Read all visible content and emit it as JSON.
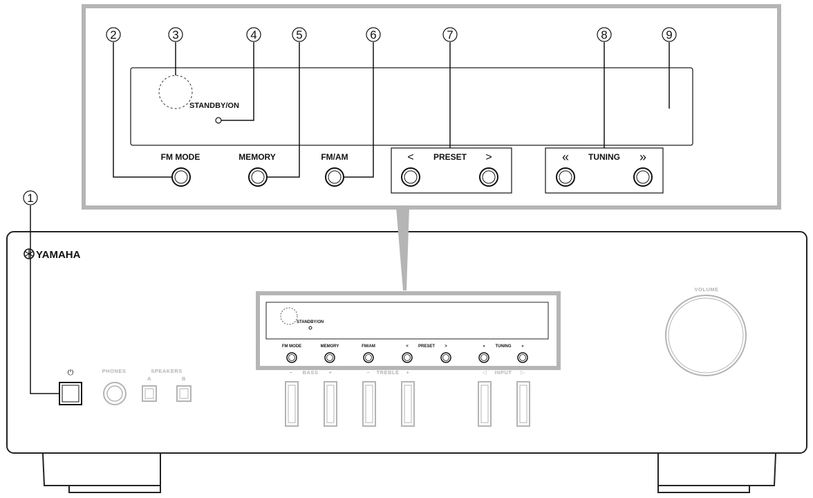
{
  "brand": {
    "logo_text": "YAMAHA"
  },
  "callouts": [
    "1",
    "2",
    "3",
    "4",
    "5",
    "6",
    "7",
    "8",
    "9"
  ],
  "zoom_panel": {
    "standby_label": "STANDBY/ON",
    "fm_mode_label": "FM MODE",
    "memory_label": "MEMORY",
    "fm_am_label": "FM/AM",
    "preset_label": "PRESET",
    "tuning_label": "TUNING",
    "preset_prev": "<",
    "preset_next": ">",
    "tuning_prev": "«",
    "tuning_next": "»"
  },
  "front_panel": {
    "power_symbol": "⏻",
    "phones_label": "PHONES",
    "speakers_label": "SPEAKERS",
    "speaker_a_label": "A",
    "speaker_b_label": "B",
    "bass_label": "BASS",
    "treble_label": "TREBLE",
    "input_label": "INPUT",
    "volume_label": "VOLUME",
    "minus_sign": "−",
    "plus_sign": "+",
    "input_prev": "◁",
    "input_next": "▷"
  },
  "mini_panel": {
    "standby_label": "STANDBY/ON",
    "fm_mode_label": "FM MODE",
    "memory_label": "MEMORY",
    "fm_am_label": "FM/AM",
    "preset_label": "PRESET",
    "tuning_label": "TUNING",
    "preset_prev": "<",
    "preset_next": ">",
    "tuning_prev": "«",
    "tuning_next": "»"
  }
}
